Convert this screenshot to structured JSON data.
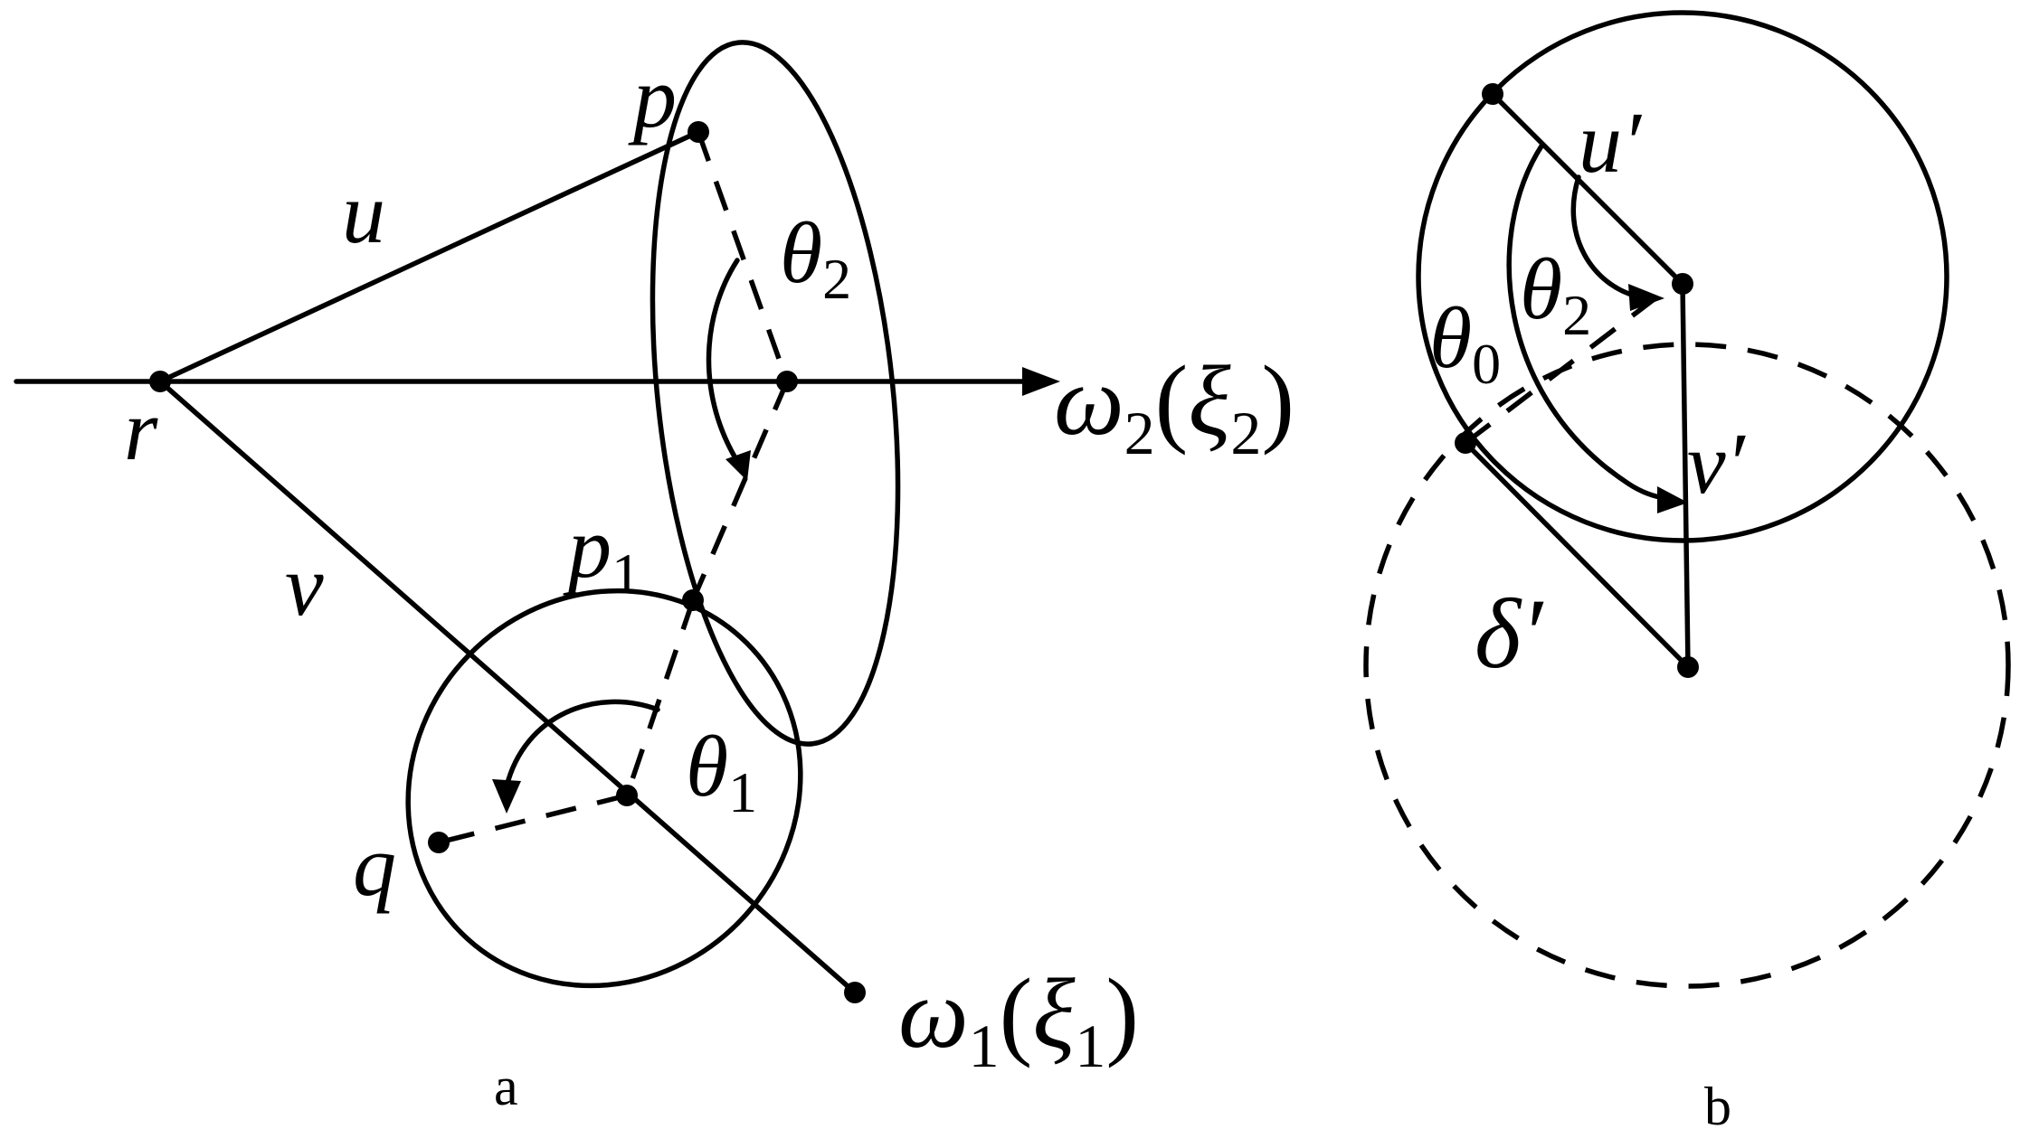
{
  "panel_a": {
    "label": "a",
    "points": {
      "r": "r",
      "p": "p",
      "p1_base": "p",
      "p1_sub": "1",
      "q": "q"
    },
    "edges": {
      "u": "u",
      "v": "v"
    },
    "angles": {
      "theta2_base": "θ",
      "theta2_sub": "2",
      "theta1_base": "θ",
      "theta1_sub": "1"
    },
    "axes": {
      "omega2_base": "ω",
      "omega2_sub": "2",
      "omega2_open": "(",
      "xi2_base": "ξ",
      "xi2_sub": "2",
      "omega2_close": ")",
      "omega1_base": "ω",
      "omega1_sub": "1",
      "omega1_open": "(",
      "xi1_base": "ξ",
      "xi1_sub": "1",
      "omega1_close": ")"
    }
  },
  "panel_b": {
    "label": "b",
    "u_prime": "u′",
    "v_prime": "v′",
    "delta_prime": "δ′",
    "theta2_base": "θ",
    "theta2_sub": "2",
    "theta0_base": "θ",
    "theta0_sub": "0"
  }
}
